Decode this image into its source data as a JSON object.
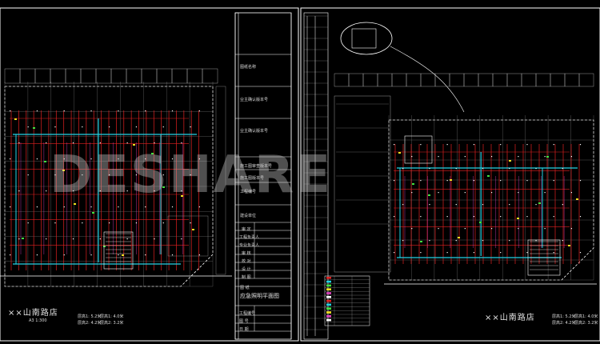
{
  "drawing": {
    "left": {
      "store_name": "××山南路店",
      "scale_line": "A3    1:300",
      "heights": [
        "层高1: 5.2米",
        "层高2: 4.2米"
      ],
      "heights_b": [
        "层高1: 4.0米",
        "层高2: 3.2米"
      ]
    },
    "right": {
      "store_name": "××山南路店",
      "heights": [
        "层高1: 5.2米",
        "层高2: 4.2米"
      ],
      "heights_b": [
        "层高1: 4.0米",
        "层高2: 3.2米"
      ]
    }
  },
  "title_block": {
    "fields": [
      "图纸名称",
      "业主确认版本号",
      "业主确认版本号",
      "施工图审查版本号",
      "施工图版本号",
      "工程编号",
      "建设单位"
    ],
    "sign_rows": [
      "审 定",
      "工程负责人",
      "专业负责人",
      "审 核",
      "校 对",
      "设 计",
      "制 图"
    ],
    "remark": "图 纸",
    "drawing_title": "应急照明平面图",
    "footer_rows": [
      "工程编号",
      "图 号",
      "日 期"
    ]
  },
  "watermark": "DESHARE",
  "colors": {
    "background": "#000000",
    "frame": "#ffffff",
    "red": "#e02020",
    "cyan": "#22d3e6",
    "magenta": "#e040c0",
    "yellow": "#f0e020",
    "green": "#40e040"
  }
}
